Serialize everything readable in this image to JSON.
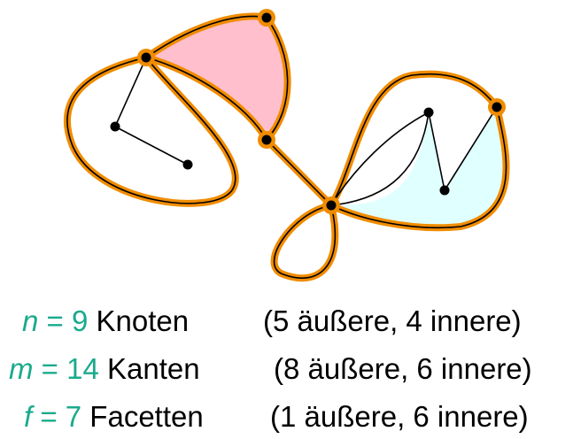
{
  "colors": {
    "outer_boundary": "#f08c00",
    "boundary_line": "#000000",
    "face_pink": "#ffbfcc",
    "face_cyan": "#e0ffff",
    "math_text": "#1aaa8c",
    "plain_text": "#000000"
  },
  "stats": {
    "vertices": {
      "variable": "n",
      "equals": " = ",
      "value": "9",
      "label": " Knoten",
      "detail": "(5 äußere, 4 innere)"
    },
    "edges": {
      "variable": "m",
      "equals": " = ",
      "value": "14",
      "label": " Kanten",
      "detail": "(8 äußere, 6 innere)"
    },
    "faces": {
      "variable": "f",
      "equals": " = ",
      "value": "7",
      "label": " Facetten",
      "detail": "(1 äußere, 6 innere)"
    }
  }
}
